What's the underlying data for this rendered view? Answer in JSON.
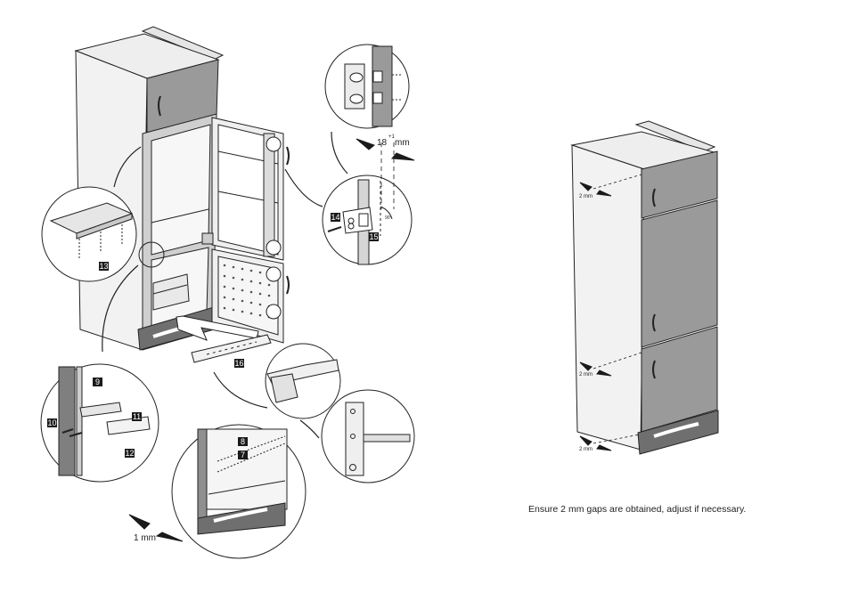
{
  "callouts": {
    "c7": "7",
    "c8": "8",
    "c9": "9",
    "c10": "10",
    "c11": "11",
    "c12": "12",
    "c13": "13",
    "c14": "14",
    "c15": "15",
    "c16": "16"
  },
  "dimensions": {
    "door_gap": "18",
    "door_gap_tolerance": "+1",
    "door_gap_unit": "mm",
    "plinth_gap": "1 mm",
    "angle": "90°",
    "gap_top": "2 mm",
    "gap_middle": "2 mm",
    "gap_bottom": "2 mm"
  },
  "caption": "Ensure 2 mm gaps are obtained, adjust if necessary.",
  "colors": {
    "panel_dark": "#8a8a8a",
    "panel_mid": "#b5b5b5",
    "panel_light": "#e2e2e2",
    "tag_bg": "#1a1a1a"
  }
}
